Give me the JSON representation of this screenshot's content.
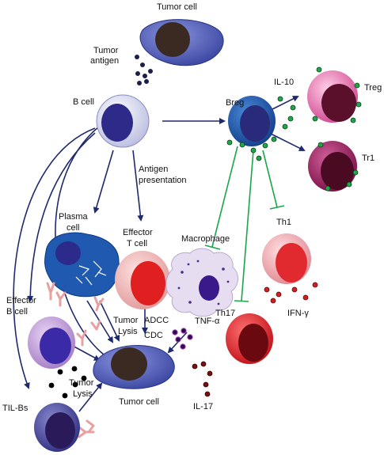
{
  "labels": {
    "tumor_cell_top": "Tumor cell",
    "tumor_antigen_1": "Tumor",
    "tumor_antigen_2": "antigen",
    "b_cell": "B cell",
    "breg": "Breg",
    "il10": "IL-10",
    "treg": "Treg",
    "tr1": "Tr1",
    "antigen_presentation_1": "Antigen",
    "antigen_presentation_2": "presentation",
    "plasma_cell_1": "Plasma",
    "plasma_cell_2": "cell",
    "effector_t_1": "Effector",
    "effector_t_2": "T cell",
    "macrophage": "Macrophage",
    "th1": "Th1",
    "effector_b_1": "Effector",
    "effector_b_2": "B cell",
    "tumor_lysis_a_1": "Tumor",
    "tumor_lysis_a_2": "Lysis",
    "adcc": "ADCC",
    "cdc": "CDC",
    "tnf_alpha": "TNF-α",
    "th17": "Th17",
    "ifn_gamma": "IFN-γ",
    "tumor_lysis_b_1": "Tumor",
    "tumor_lysis_b_2": "Lysis",
    "tumor_cell_bottom": "Tumor cell",
    "il17": "IL-17",
    "til_bs": "TIL-Bs"
  },
  "colors": {
    "arrow": "#1f2a6e",
    "inhibition": "#1aa64a",
    "tumor_body": "#4a57b8",
    "tumor_nucleus": "#3a2a22",
    "b_cell_body": "#c9cbe8",
    "b_cell_nucleus": "#2e2a8a",
    "breg_body": "#1f5fb0",
    "breg_nucleus": "#2a2a7a",
    "treg_body": "#e060a0",
    "treg_nucleus": "#5a0f2a",
    "tr1_body": "#9a1a5a",
    "tr1_nucleus": "#4a0a22",
    "plasma_body": "#1f5ab0",
    "effector_t_body": "#f0b0b0",
    "effector_t_nucleus": "#e02020",
    "macrophage_body": "#e6ddf0",
    "macrophage_nucleus": "#3a1a8a",
    "th1_body": "#f0a0a8",
    "th1_nucleus": "#e02a30",
    "th17_body": "#e8202a",
    "th17_nucleus": "#6a0a10",
    "effector_b_body": "#b890d0",
    "effector_b_nucleus": "#3a2aa8",
    "til_b_body": "#4a4aa0",
    "til_b_nucleus": "#2a1a5a",
    "antibody": "#e8a0a0",
    "antigen_dot": "#1e1e4a",
    "il10_dot": "#1ea84a",
    "ifn_dot": "#d02020",
    "il17_dot": "#7a0f10",
    "lysis_dot": "#000000"
  },
  "icons": [
    "tumor-cell-icon",
    "b-cell-icon",
    "breg-icon",
    "treg-icon",
    "tr1-icon",
    "plasma-cell-icon",
    "effector-t-cell-icon",
    "macrophage-icon",
    "th1-icon",
    "th17-icon",
    "effector-b-cell-icon",
    "til-b-icon",
    "antibody-icon"
  ]
}
